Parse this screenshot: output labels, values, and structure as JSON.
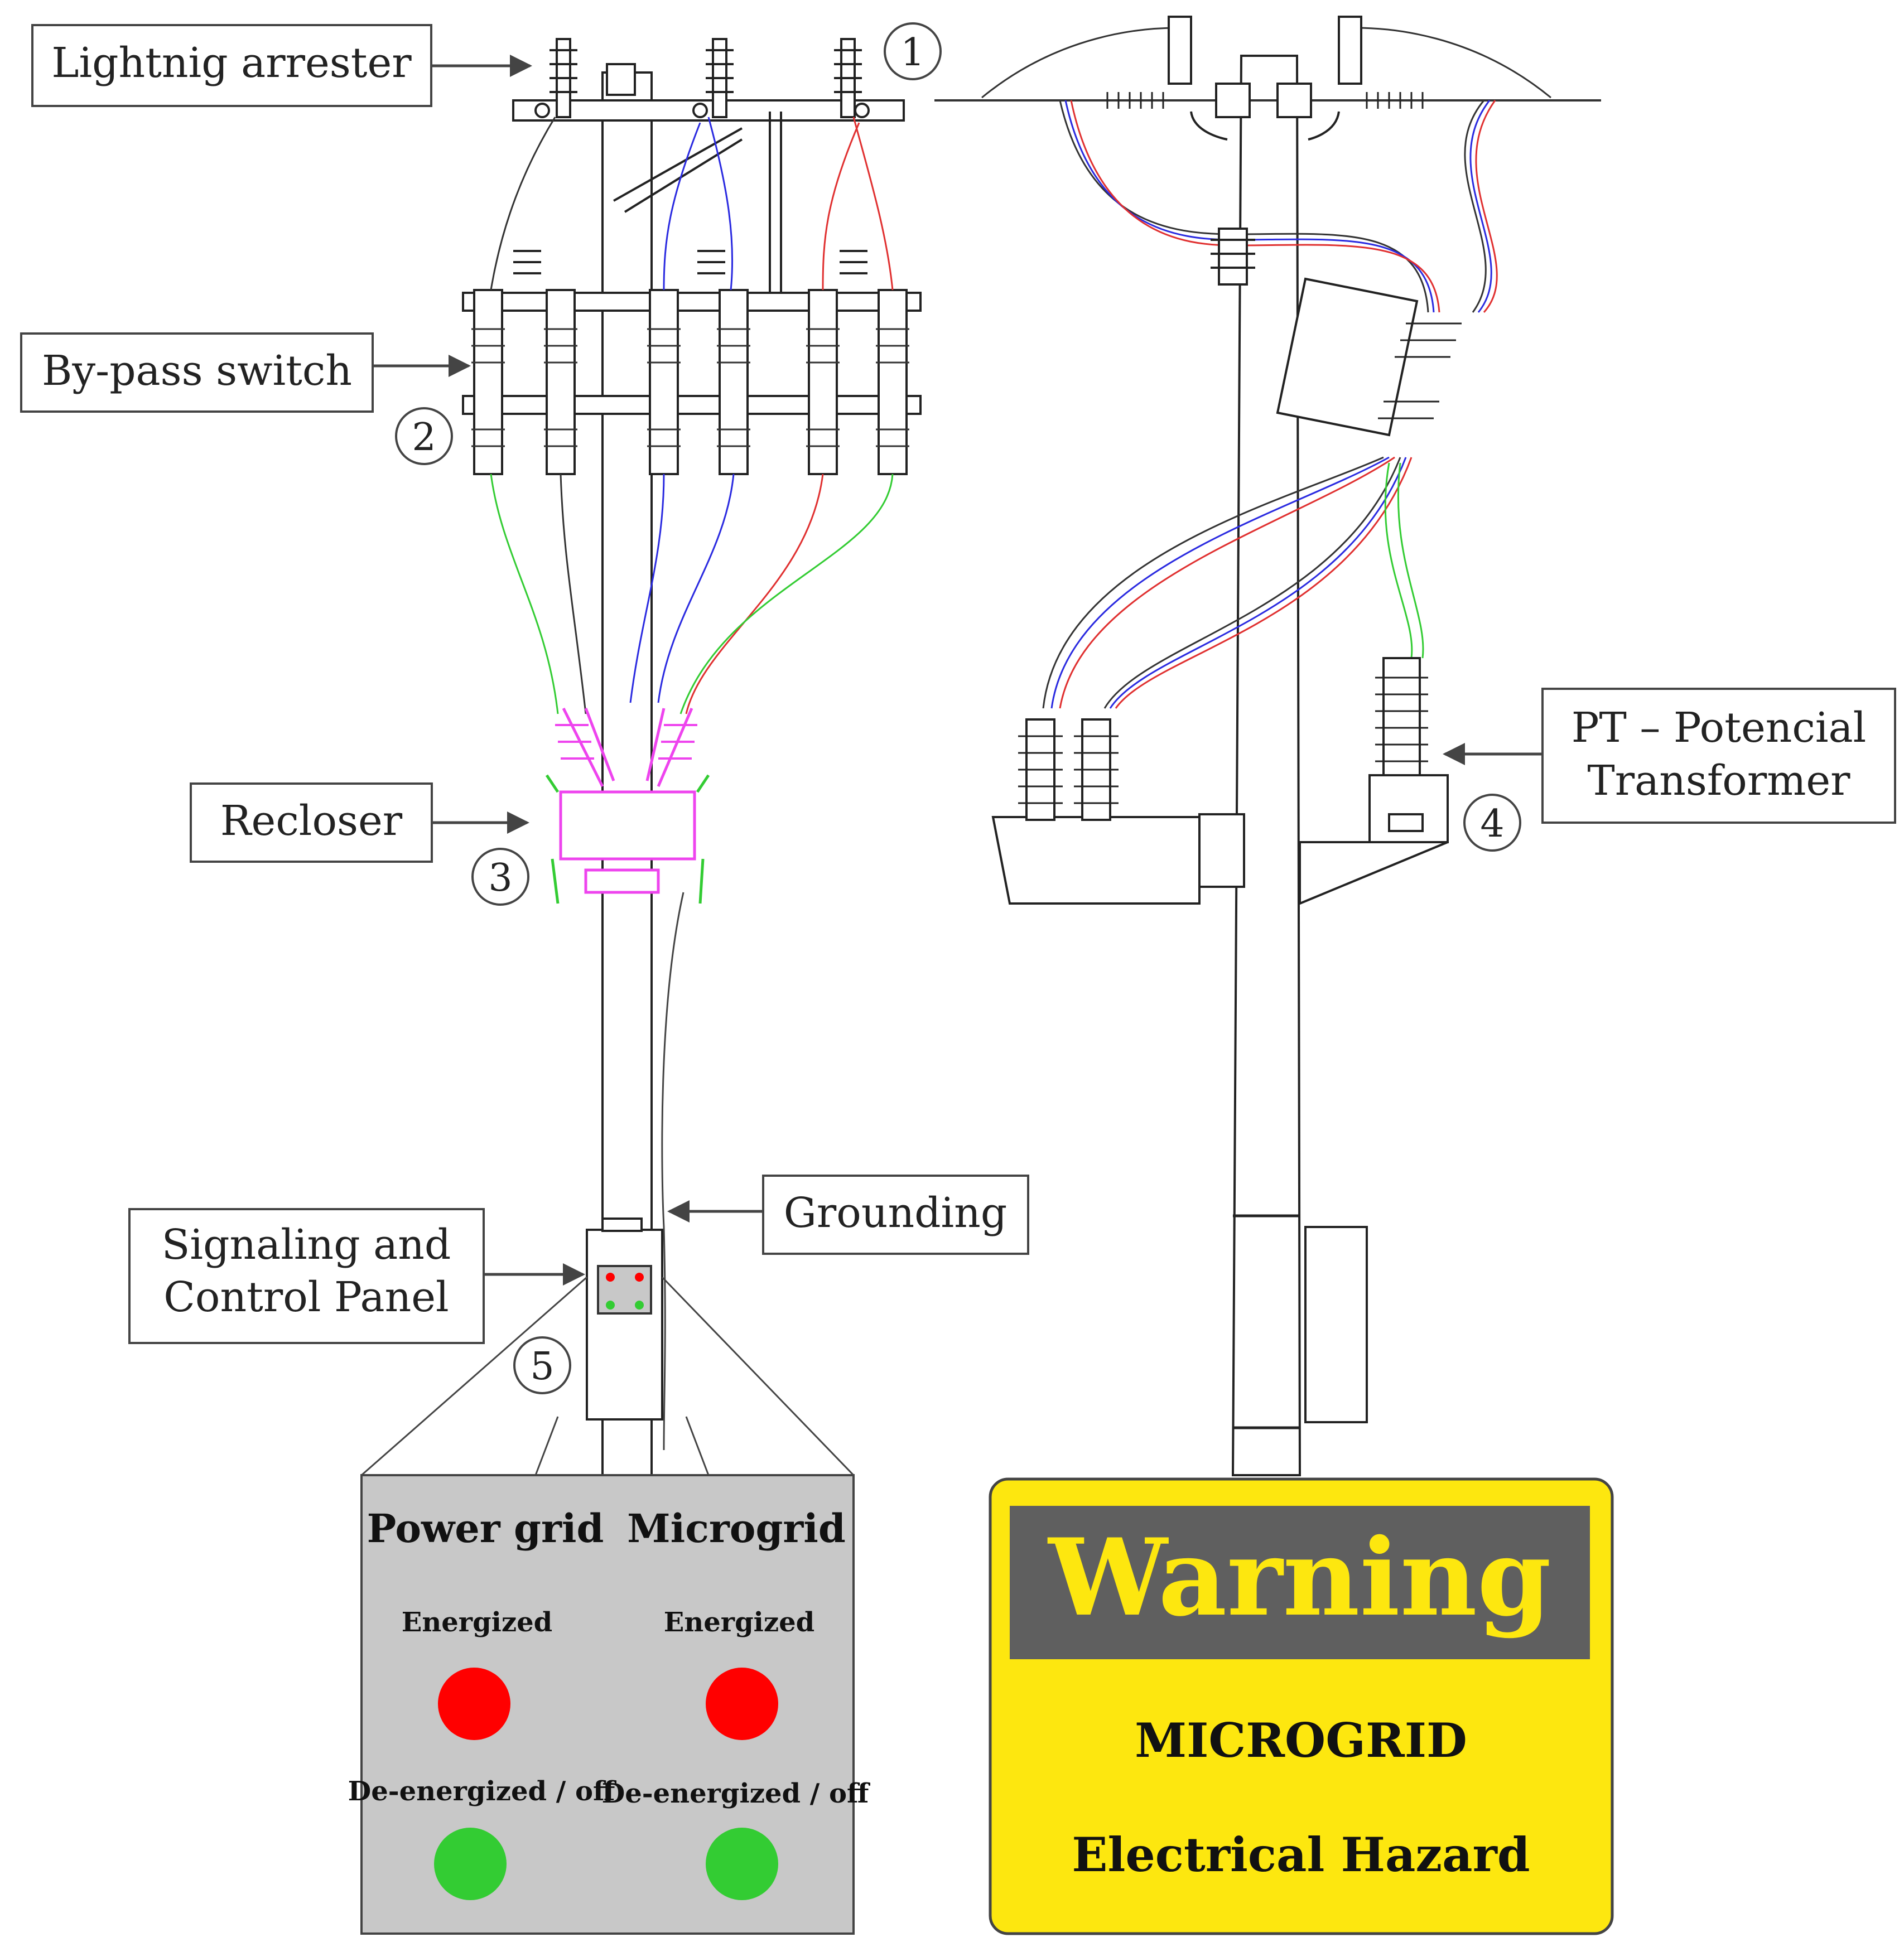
{
  "callouts": {
    "lightning_arrester": "Lightnig arrester",
    "bypass_switch": "By-pass switch",
    "recloser": "Recloser",
    "grounding": "Grounding",
    "signaling_panel": [
      "Signaling and",
      "Control Panel"
    ],
    "pt": [
      "PT – Potencial",
      "Transformer"
    ]
  },
  "markers": [
    "1",
    "2",
    "3",
    "4",
    "5"
  ],
  "panel_detail": {
    "power_grid": {
      "heading": "Power grid",
      "energized": "Energized",
      "deenergized": "De-energized / off"
    },
    "microgrid": {
      "heading": "Microgrid",
      "energized": "Energized",
      "deenergized": "De-energized / off"
    },
    "colors": {
      "energized": "#ff0000",
      "deenergized": "#33cc33",
      "panel_bg": "#c8c8c8"
    }
  },
  "warning_sign": {
    "title": "Warning",
    "line1": "MICROGRID",
    "line2": "Electrical Hazard",
    "colors": {
      "background": "#fde70f",
      "banner": "#5f5f5f",
      "title": "#fde70f",
      "text": "#111111"
    }
  },
  "wire_colors": {
    "phase_a": "#333333",
    "phase_b": "#2a2ae0",
    "phase_c": "#e03030",
    "neutral": "#33cc33",
    "recloser": "#ee44ee"
  }
}
